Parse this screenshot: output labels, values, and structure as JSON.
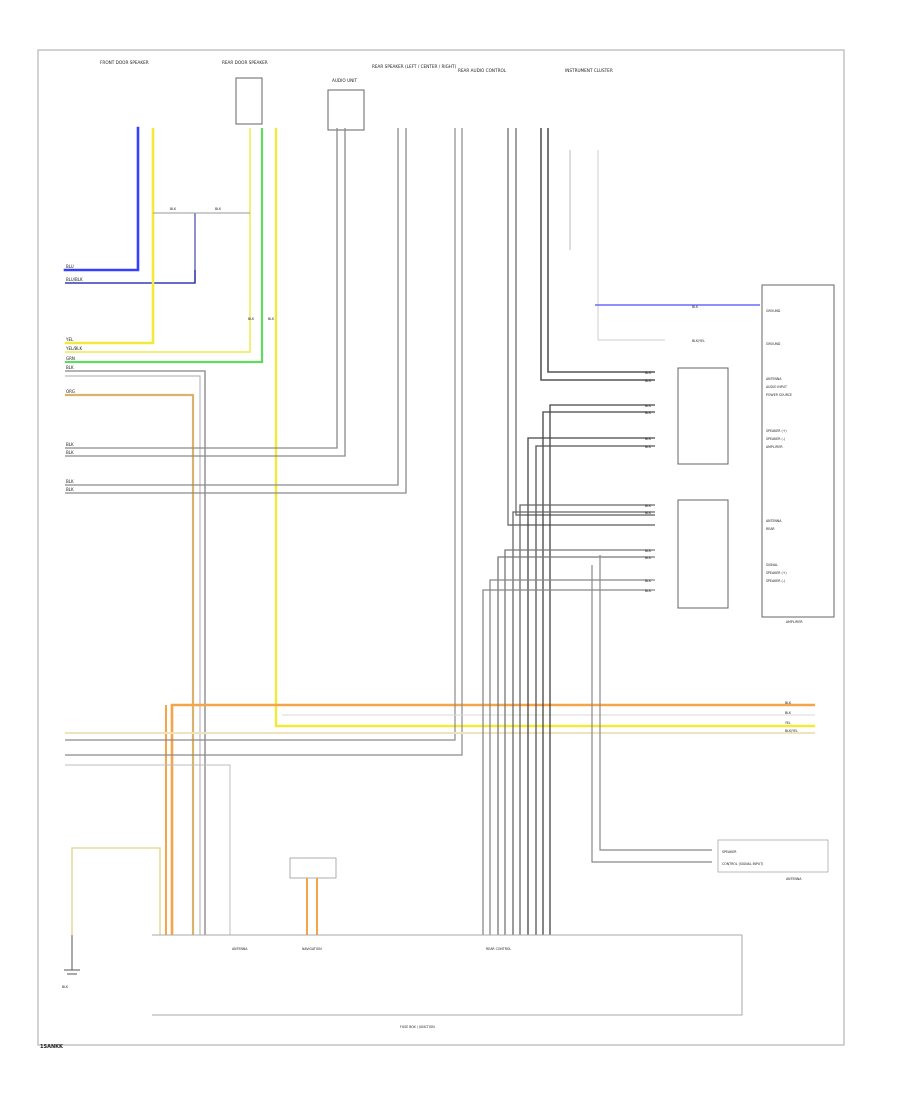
{
  "diagram_code": "1SANKK",
  "top_components": [
    "FRONT DOOR SPEAKER",
    "REAR DOOR SPEAKER",
    "AUDIO UNIT",
    "REAR SPEAKER (LEFT / CENTER / RIGHT)",
    "REAR AUDIO CONTROL",
    "INSTRUMENT CLUSTER"
  ],
  "left_wire_colors": [
    "BLU",
    "BLU/BLK",
    "YEL",
    "YEL/BLK",
    "GRN",
    "BLK",
    "ORG",
    "BLK",
    "BLK",
    "BLK",
    "BLK"
  ],
  "junction_labels": [
    "BLK",
    "BLK",
    "BLK",
    "BLK"
  ],
  "center_wire_colors": [
    "BLK",
    "BLK",
    "BLK",
    "BLK",
    "BLK",
    "BLK",
    "BLK",
    "BLK",
    "BLK",
    "BLK",
    "BLK",
    "BLK",
    "BLK"
  ],
  "module_pins": [
    "GROUND",
    "BLK/YEL",
    "GROUND",
    "ANTENNA",
    "AUDIO INPUT",
    "POWER SOURCE",
    "SPEAKER (+)",
    "SPEAKER (-)",
    "AMPLIFIER",
    "ANTENNA",
    "REAR",
    "SIGNAL",
    "SPEAKER (+)",
    "SPEAKER (-)"
  ],
  "module_name": "AMPLIFIER",
  "right_wire_colors": [
    "BLK",
    "BLK",
    "YEL",
    "BLK/YEL"
  ],
  "bottom_components": [
    "ANTENNA",
    "NAVIGATION",
    "REAR CONTROL"
  ],
  "bottom_right_labels": [
    "SPEAKER",
    "CONTROL (SIGNAL INPUT)"
  ],
  "bottom_right_component": "ANTENNA",
  "bottom_bus_label": "FUSE BOX / JUNCTION",
  "bottom_left_label": "BLK"
}
